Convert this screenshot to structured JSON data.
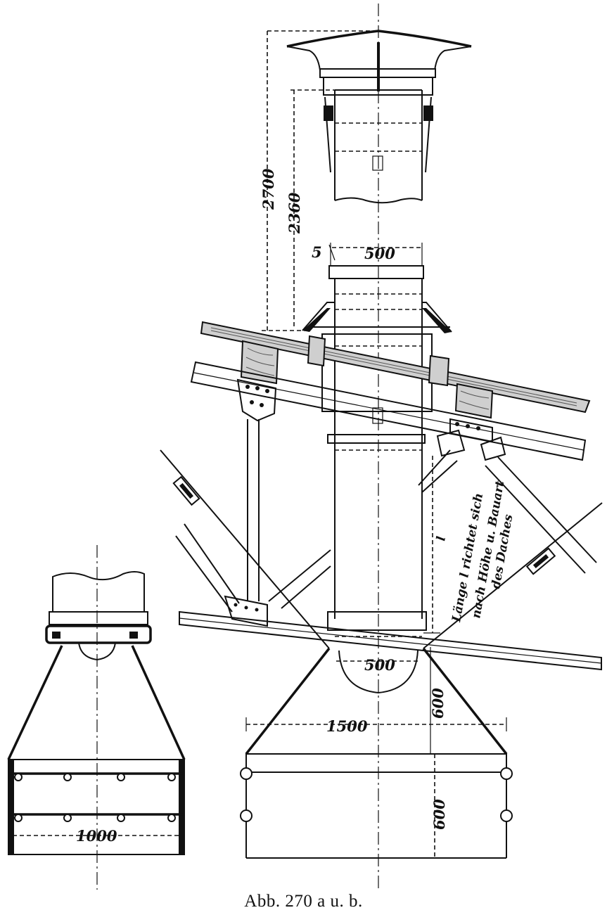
{
  "figure": {
    "caption": "Abb. 270 a u. b.",
    "dimensions": {
      "total_height": "2700",
      "upper_height": "2360",
      "wall_thickness": "5",
      "pipe_width": "500",
      "pipe_bottom_width": "500",
      "hood_height": "600",
      "hood_width_b": "1500",
      "lower_height": "600",
      "hood_width_a": "1000"
    },
    "annotation": {
      "symbol": "l",
      "line1": "Länge l richtet sich",
      "line2": "nach Höhe u. Bauart",
      "line3": "des Daches"
    }
  }
}
